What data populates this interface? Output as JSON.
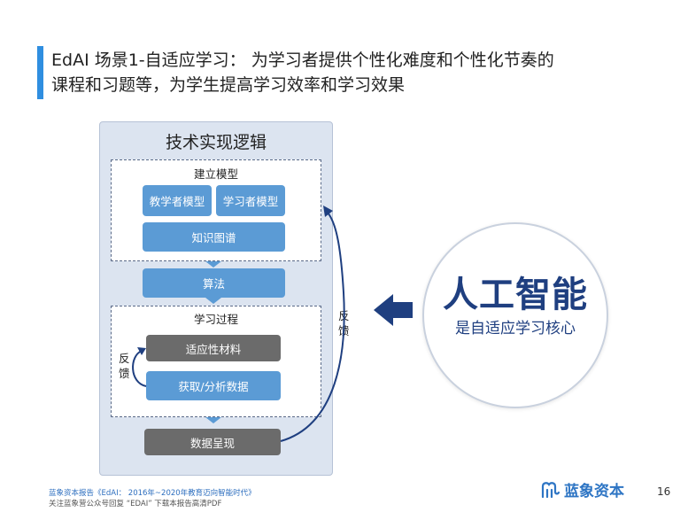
{
  "header": {
    "title_line1": "EdAI 场景1-自适应学习： 为学习者提供个性化难度和个性化节奏的",
    "title_line2": "课程和习题等，为学生提高学习效率和学习效果"
  },
  "diagram": {
    "panel_title": "技术实现逻辑",
    "model_section_label": "建立模型",
    "teacher_model": "教学者模型",
    "learner_model": "学习者模型",
    "knowledge_graph": "知识图谱",
    "algorithm": "算法",
    "process_section_label": "学习过程",
    "adaptive_material": "适应性材料",
    "acquire_analyze": "获取/分析数据",
    "data_present": "数据呈现",
    "feedback_inner": "反馈",
    "feedback_outer": "反馈"
  },
  "ai": {
    "big": "人工智能",
    "small": "是自适应学习核心"
  },
  "footer": {
    "source": "蓝象资本报告《EdAI： 2016年~2020年教育迈向智能时代》",
    "note": "关注蓝象营公众号回复 “EDAI” 下载本报告高清PDF",
    "logo_text": "蓝象资本",
    "page_number": "16"
  },
  "colors": {
    "accent": "#2f8ee0",
    "blue_box": "#5b9bd5",
    "gray_box": "#6b6b6b",
    "arrow": "#1f3f80"
  }
}
